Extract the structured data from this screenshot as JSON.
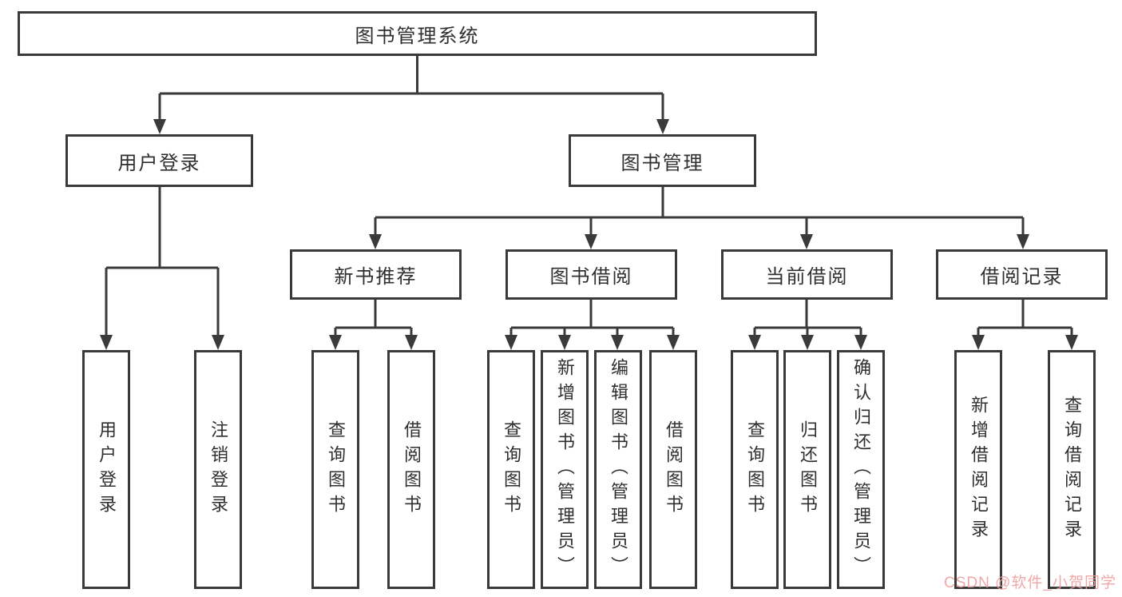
{
  "diagram": {
    "type": "hierarchy-structure-chart",
    "tree": {
      "root": "图书管理系统",
      "children": [
        {
          "label": "用户登录",
          "children": [
            "用户登录",
            "注销登录"
          ]
        },
        {
          "label": "图书管理",
          "children": [
            {
              "label": "新书推荐",
              "children": [
                "查询图书",
                "借阅图书"
              ]
            },
            {
              "label": "图书借阅",
              "children": [
                "查询图书",
                "新增图书（管理员）",
                "编辑图书（管理员）",
                "借阅图书"
              ]
            },
            {
              "label": "当前借阅",
              "children": [
                "查询图书",
                "归还图书",
                "确认归还（管理员）"
              ]
            },
            {
              "label": "借阅记录",
              "children": [
                "新增借阅记录",
                "查询借阅记录"
              ]
            }
          ]
        }
      ]
    },
    "icons": {
      "arrowhead": "filled-triangle-down"
    },
    "colors": {
      "line": "#3a3a3a",
      "box_border": "#3a3a3a",
      "text": "#2f2f2f",
      "background": "#ffffff",
      "watermark": "#ee9e9e"
    }
  },
  "watermark": {
    "text": "CSDN @软件_小贺同学"
  }
}
